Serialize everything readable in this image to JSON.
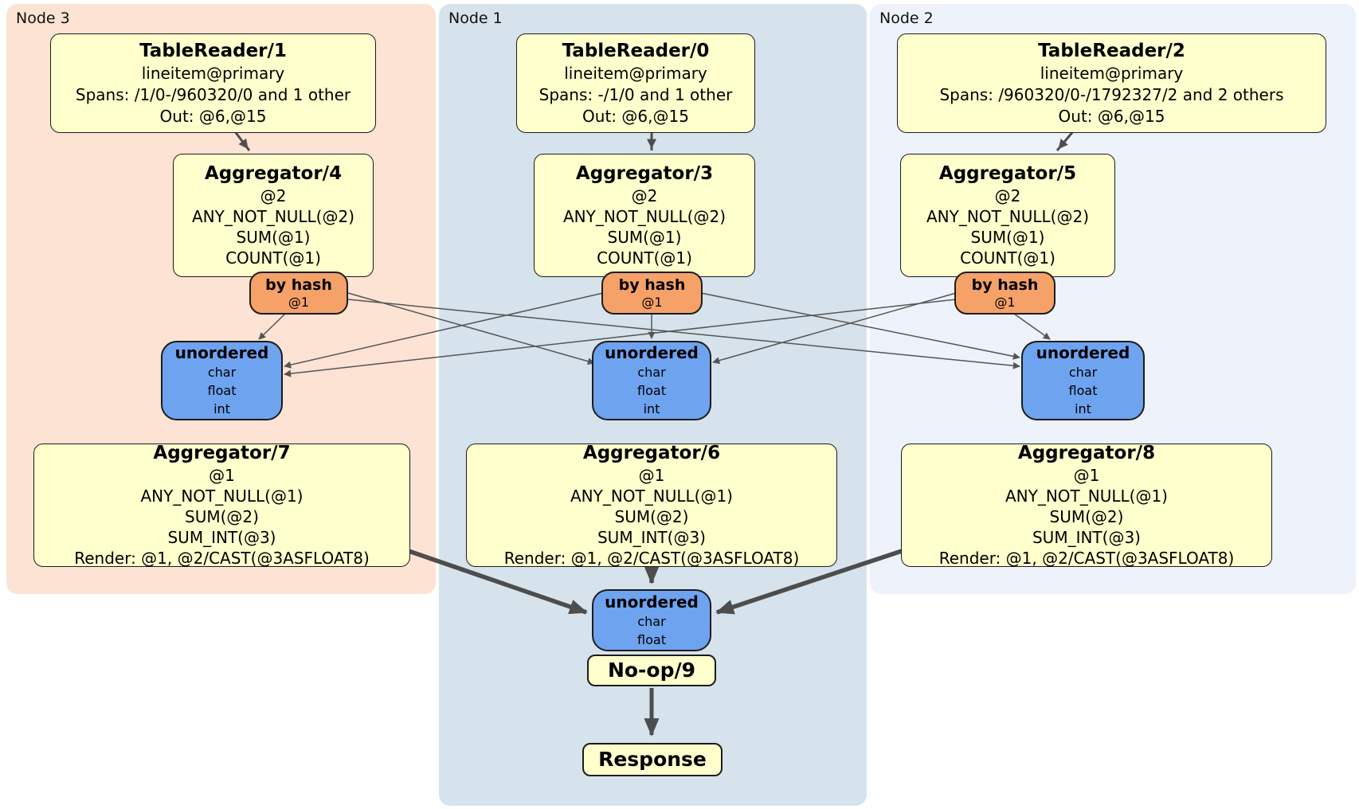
{
  "colors": {
    "page_bg": "#ffffff",
    "node3_bg": "#fce3d3",
    "node1_bg": "#d6e3ec",
    "node2_bg": "#edf2fb",
    "processor_fill": "#ffffcd",
    "router_fill": "#f5a168",
    "sync_fill": "#6ea3f0",
    "box_border": "#1c1c1c",
    "edge_thin": "#555555",
    "edge_thick": "#4d4d4d"
  },
  "nodes": [
    {
      "label": "Node 3",
      "table_reader": {
        "title": "TableReader/1",
        "lines": [
          "lineitem@primary",
          "Spans: /1/0-/960320/0 and 1 other",
          "Out: @6,@15"
        ]
      },
      "stage1_aggregator": {
        "title": "Aggregator/4",
        "lines": [
          "@2",
          "ANY_NOT_NULL(@2)",
          "SUM(@1)",
          "COUNT(@1)"
        ]
      },
      "router": {
        "label": "by hash",
        "detail": "@1"
      },
      "sync": {
        "label": "unordered",
        "lines": [
          "char",
          "float",
          "int"
        ]
      },
      "stage2_aggregator": {
        "title": "Aggregator/7",
        "lines": [
          "@1",
          "ANY_NOT_NULL(@1)",
          "SUM(@2)",
          "SUM_INT(@3)",
          "Render: @1, @2/CAST(@3ASFLOAT8)"
        ]
      }
    },
    {
      "label": "Node 1",
      "table_reader": {
        "title": "TableReader/0",
        "lines": [
          "lineitem@primary",
          "Spans: -/1/0 and 1 other",
          "Out: @6,@15"
        ]
      },
      "stage1_aggregator": {
        "title": "Aggregator/3",
        "lines": [
          "@2",
          "ANY_NOT_NULL(@2)",
          "SUM(@1)",
          "COUNT(@1)"
        ]
      },
      "router": {
        "label": "by hash",
        "detail": "@1"
      },
      "sync": {
        "label": "unordered",
        "lines": [
          "char",
          "float",
          "int"
        ]
      },
      "stage2_aggregator": {
        "title": "Aggregator/6",
        "lines": [
          "@1",
          "ANY_NOT_NULL(@1)",
          "SUM(@2)",
          "SUM_INT(@3)",
          "Render: @1, @2/CAST(@3ASFLOAT8)"
        ]
      }
    },
    {
      "label": "Node 2",
      "table_reader": {
        "title": "TableReader/2",
        "lines": [
          "lineitem@primary",
          "Spans: /960320/0-/1792327/2 and 2 others",
          "Out: @6,@15"
        ]
      },
      "stage1_aggregator": {
        "title": "Aggregator/5",
        "lines": [
          "@2",
          "ANY_NOT_NULL(@2)",
          "SUM(@1)",
          "COUNT(@1)"
        ]
      },
      "router": {
        "label": "by hash",
        "detail": "@1"
      },
      "sync": {
        "label": "unordered",
        "lines": [
          "char",
          "float",
          "int"
        ]
      },
      "stage2_aggregator": {
        "title": "Aggregator/8",
        "lines": [
          "@1",
          "ANY_NOT_NULL(@1)",
          "SUM(@2)",
          "SUM_INT(@3)",
          "Render: @1, @2/CAST(@3ASFLOAT8)"
        ]
      }
    }
  ],
  "output": {
    "sync": {
      "label": "unordered",
      "lines": [
        "char",
        "float"
      ]
    },
    "noop": {
      "title": "No-op/9"
    },
    "response": {
      "title": "Response"
    }
  }
}
